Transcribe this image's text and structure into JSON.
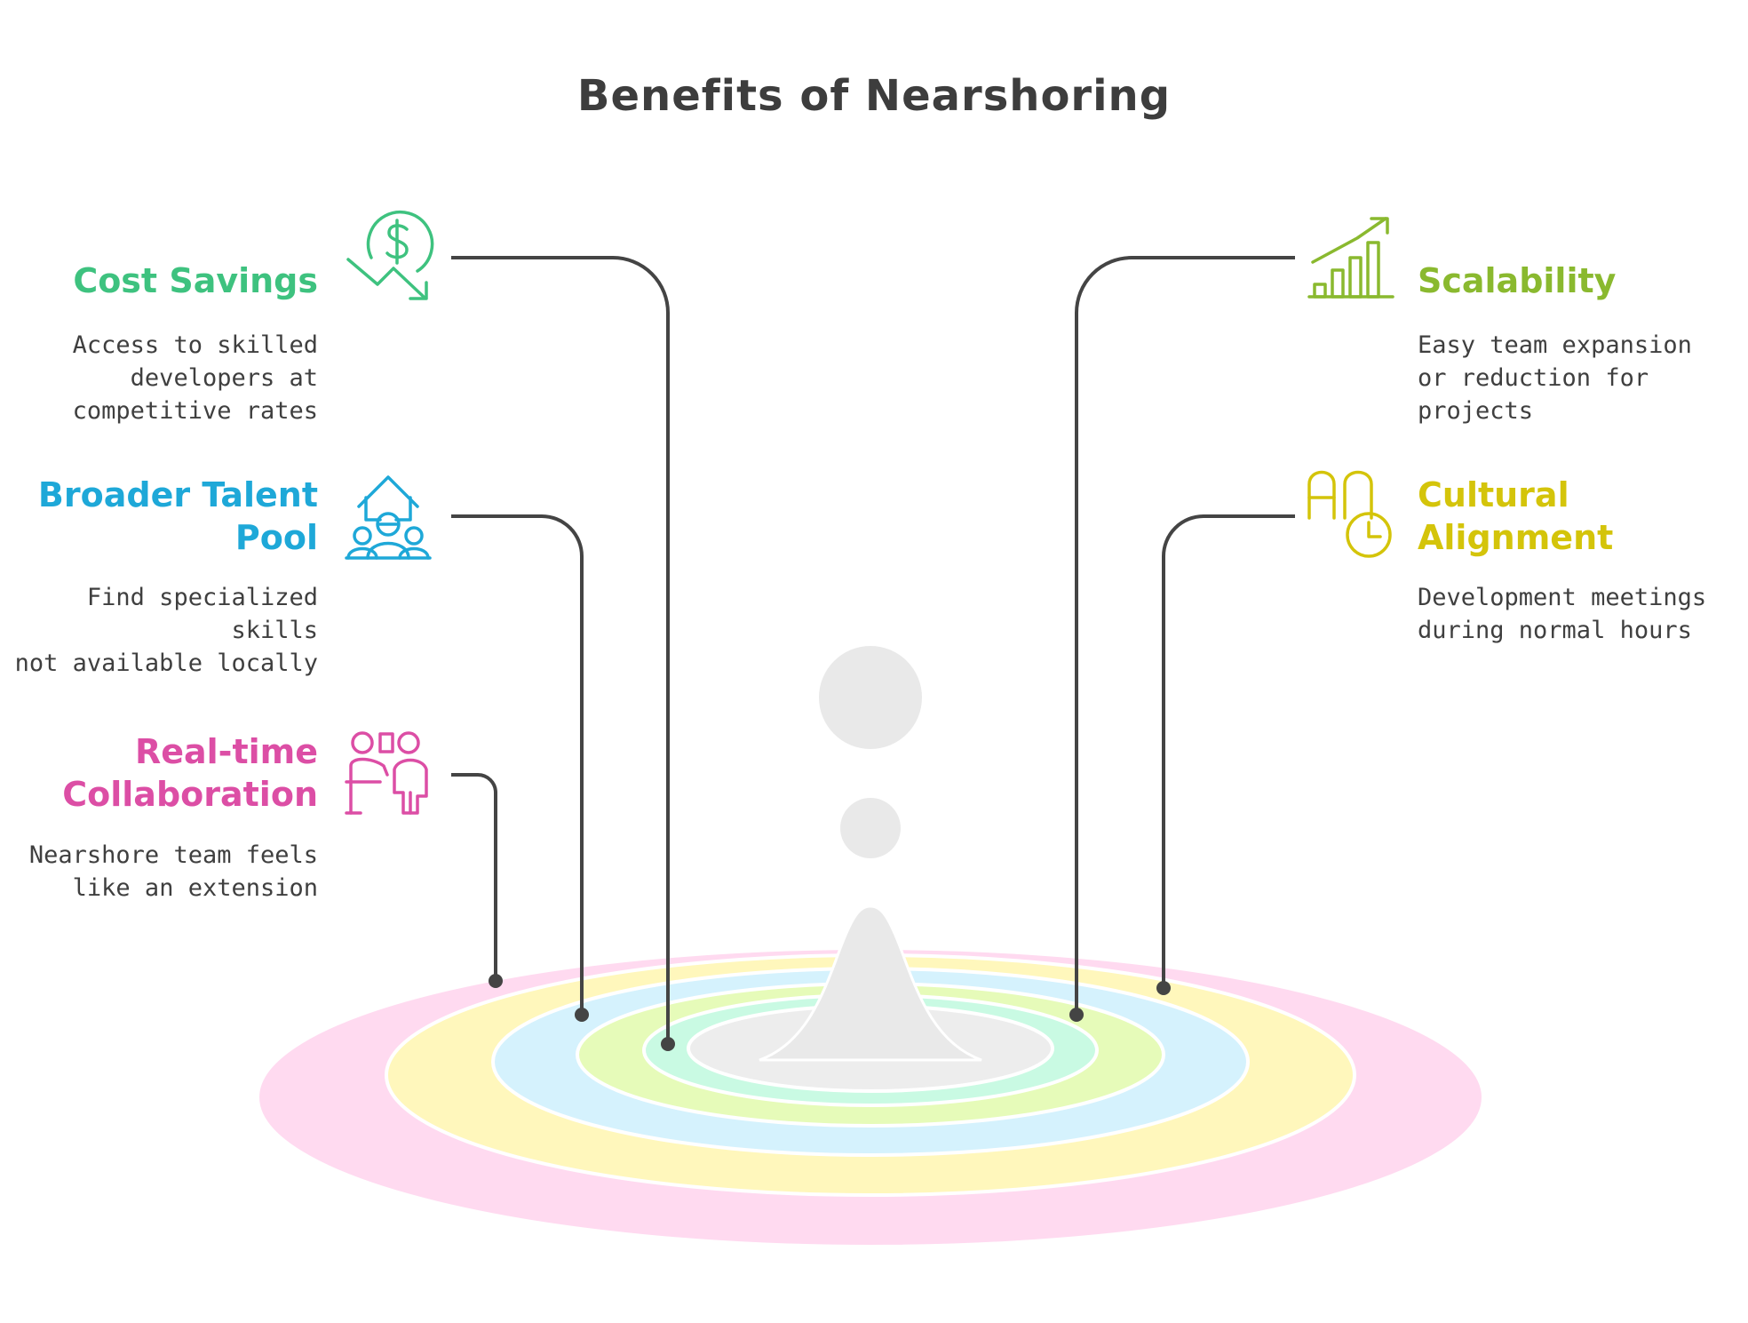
{
  "title": "Benefits of Nearshoring",
  "colors": {
    "cost": "#3ec27f",
    "talent": "#1ea8d8",
    "collab": "#dc4ea5",
    "scalability": "#8ab92f",
    "cultural": "#d4c40a",
    "connector": "#444444",
    "drop": "#e9e9e9",
    "rings": [
      "#ffdaf0",
      "#fff7bc",
      "#d5f2fd",
      "#e6fbb9",
      "#c9fae3",
      "#ededed"
    ]
  },
  "benefits": {
    "cost_savings": {
      "heading": "Cost Savings",
      "description": [
        "Access to skilled",
        "developers at",
        "competitive rates"
      ],
      "icon": "dollar-down-trend-icon"
    },
    "talent_pool": {
      "heading": [
        "Broader Talent",
        "Pool"
      ],
      "description": [
        "Find specialized skills",
        "not available locally"
      ],
      "icon": "talent-group-icon"
    },
    "collaboration": {
      "heading": [
        "Real-time",
        "Collaboration"
      ],
      "description": [
        "Nearshore team feels",
        "like an extension"
      ],
      "icon": "presenter-collaboration-icon"
    },
    "scalability": {
      "heading": "Scalability",
      "description": [
        "Easy team expansion",
        "or reduction for",
        "projects"
      ],
      "icon": "growth-chart-icon"
    },
    "cultural_alignment": {
      "heading": [
        "Cultural",
        "Alignment"
      ],
      "description": [
        "Development meetings",
        "during normal hours"
      ],
      "icon": "language-clock-icon"
    }
  }
}
